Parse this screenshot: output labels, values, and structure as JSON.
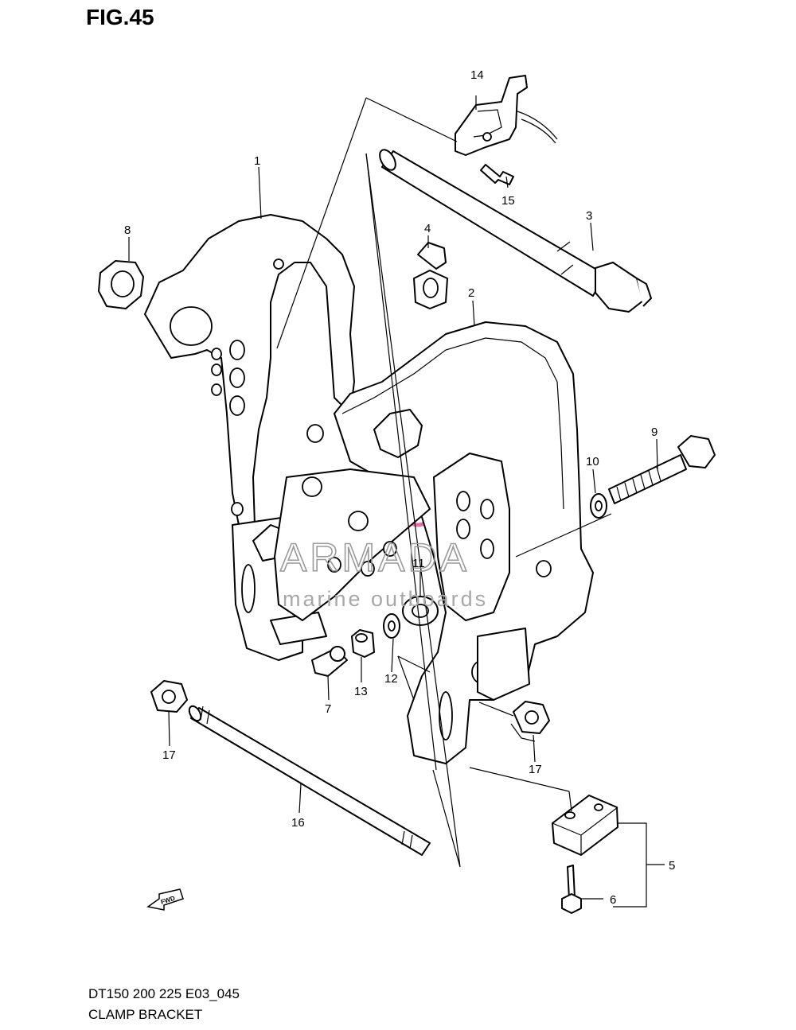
{
  "figure": {
    "title": "FIG.45"
  },
  "callouts": [
    {
      "id": "c1",
      "label": "1"
    },
    {
      "id": "c2",
      "label": "2"
    },
    {
      "id": "c3",
      "label": "3"
    },
    {
      "id": "c4",
      "label": "4"
    },
    {
      "id": "c5",
      "label": "5"
    },
    {
      "id": "c6",
      "label": "6"
    },
    {
      "id": "c7",
      "label": "7"
    },
    {
      "id": "c8",
      "label": "8"
    },
    {
      "id": "c9",
      "label": "9"
    },
    {
      "id": "c10",
      "label": "10"
    },
    {
      "id": "c11",
      "label": "11"
    },
    {
      "id": "c12",
      "label": "12"
    },
    {
      "id": "c13",
      "label": "13"
    },
    {
      "id": "c14",
      "label": "14"
    },
    {
      "id": "c15",
      "label": "15"
    },
    {
      "id": "c16",
      "label": "16"
    },
    {
      "id": "c17a",
      "label": "17"
    },
    {
      "id": "c17b",
      "label": "17"
    }
  ],
  "fwd_arrow": {
    "label": "FWD"
  },
  "watermark": {
    "brand": "ARMADA",
    "tagline": "marine outboards",
    "color": "#e060a0"
  },
  "footer": {
    "model_code": "DT150 200 225 E03_045",
    "section_name": "CLAMP BRACKET"
  }
}
